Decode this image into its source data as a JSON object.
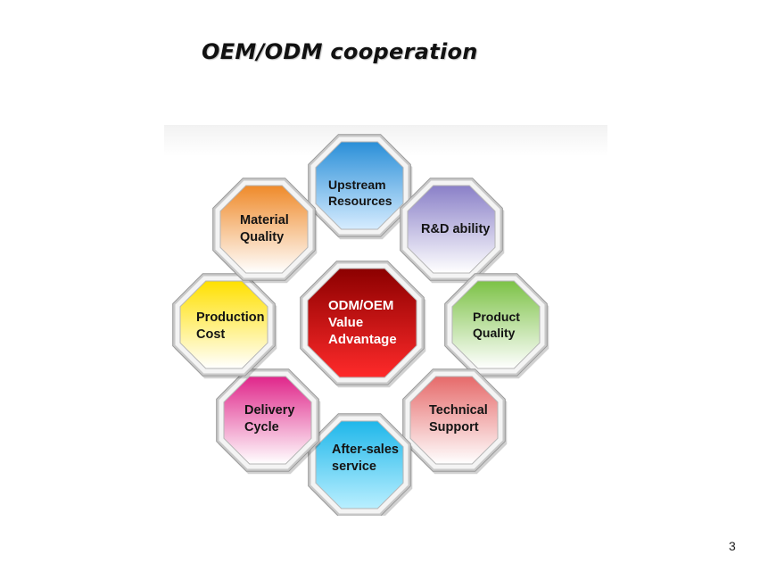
{
  "slide": {
    "title": "OEM/ODM cooperation",
    "page_number": "3"
  },
  "diagram": {
    "center": {
      "label": "ODM/OEM\nValue\nAdvantage",
      "color_light": "#ff2a2a",
      "color_dark": "#8c0000"
    },
    "nodes": [
      {
        "id": "upstream",
        "label": "Upstream\nResources",
        "color_light": "#d6ecff",
        "color_dark": "#2a8fd8"
      },
      {
        "id": "rnd",
        "label": "R&D ability",
        "color_light": "#ffffff",
        "color_dark": "#8a80c8"
      },
      {
        "id": "product-quality",
        "label": "Product\nQuality",
        "color_light": "#ffffff",
        "color_dark": "#7cc246"
      },
      {
        "id": "technical-support",
        "label": "Technical\nSupport",
        "color_light": "#ffffff",
        "color_dark": "#e66a6a"
      },
      {
        "id": "after-sales",
        "label": "After-sales\nservice",
        "color_light": "#b9efff",
        "color_dark": "#1fb7ea"
      },
      {
        "id": "delivery-cycle",
        "label": "Delivery\nCycle",
        "color_light": "#ffffff",
        "color_dark": "#e0268a"
      },
      {
        "id": "production-cost",
        "label": "Production\nCost",
        "color_light": "#ffffff",
        "color_dark": "#ffe000"
      },
      {
        "id": "material-quality",
        "label": "Material\nQuality",
        "color_light": "#ffffff",
        "color_dark": "#ef8a2a"
      }
    ]
  }
}
